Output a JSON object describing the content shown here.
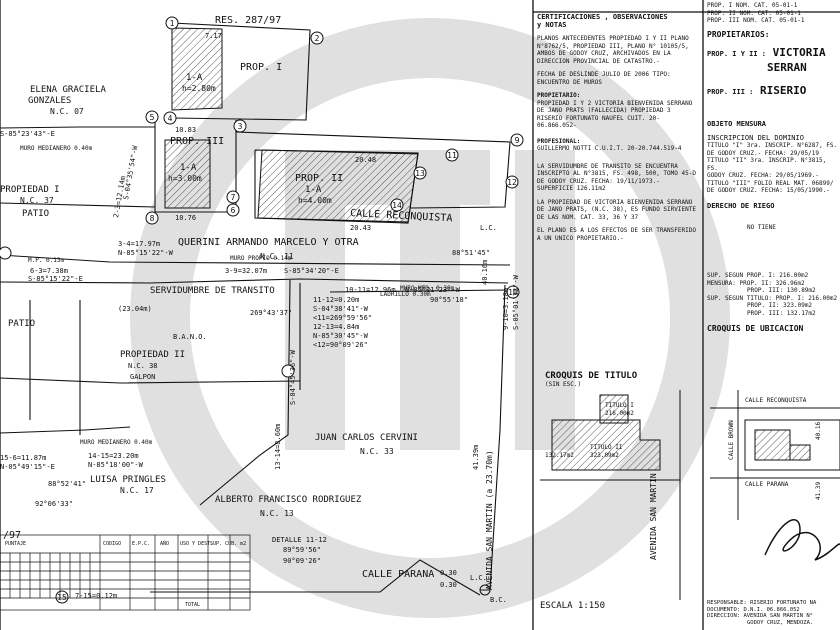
{
  "plan": {
    "res": "RES. 287/97",
    "prop1": "PROP. I",
    "prop2": "PROP. II",
    "prop3": "PROP. III",
    "parcel_1a_1": "1-A",
    "parcel_1a_1_h": "h=2.80m",
    "parcel_1a_3": "1-A",
    "parcel_1a_3_h": "h=3.00m",
    "parcel_1a_2": "1-A",
    "parcel_1a_2_h": "h=4.00m",
    "neighbor_elena": "ELENA GRACIELA",
    "neighbor_elena2": "GONZALES",
    "nc07": "N.C. 07",
    "propiedad_i": "PROPIEDAD I",
    "nc37": "N.C. 37",
    "patio": "PATIO",
    "patio2": "PATIO",
    "querini": "QUERINI ARMANDO MARCELO Y OTRA",
    "nc11": "N.C. 11",
    "servidumbre": "SERVIDUMBRE DE TRANSITO",
    "propiedad_ii": "PROPIEDAD II",
    "nc38": "N.C. 38",
    "galpon": "GALPON",
    "bano": "B.A.N.O.",
    "juan": "JUAN CARLOS CERVINI",
    "nc33": "N.C. 33",
    "luisa": "LUISA PRINGLES",
    "nc17": "N.C. 17",
    "alberto": "ALBERTO FRANCISCO RODRIGUEZ",
    "nc13": "N.C. 13",
    "calle_reconquista": "CALLE RECONQUISTA",
    "calle_parana": "CALLE PARANA",
    "avenida_san_martin": "AVENIDA SAN MARTIN (a 23.70m)",
    "lc": "L.C.",
    "bc": "B.C.",
    "detalle": "DETALLE 11-12",
    "escala": "ESCALA 1:150",
    "meas": {
      "m1": "S-85°23'43\"-E",
      "m2": "S-04°35'54\"-W",
      "m3": "2-3=12.14m",
      "m4": "3-4=17.97m",
      "m5": "N-85°15'22\"-W",
      "m6": "3-9=32.07m",
      "m7": "S-85°34'20\"-E",
      "m8": "10-11=12.96m",
      "m9": "N-85°21'23\"-W",
      "m10": "11-12=0.20m",
      "m11": "S-04°38'41\"-W",
      "m12": "<11=269°59'56\"",
      "m13": "12-13=4.84m",
      "m14": "N-85°30'45\"-W",
      "m15": "<12=90°09'26\"",
      "m16": "6-3=7.38m",
      "m17": "S-85°15'22\"-E",
      "m18": "15-6=11.87m",
      "m19": "N-05°49'15\"-E",
      "m20": "14-15=23.20m",
      "m21": "N-85°18'00\"-W",
      "m22": "13-14=8.60m",
      "m23": "S-04°45'36\"-W",
      "m24": "40.16m",
      "m25": "41.39m",
      "m26": "7-15=0.12m",
      "m27": "9-10=3.18m",
      "m28": "S-05°01'33\"-W",
      "m29": "(23.04m)",
      "m30": "269°43'37\"",
      "m31": "88°51'45\"",
      "m32": "90°55'18\"",
      "m33": "20.48",
      "m34": "20.43",
      "m35": "10.83",
      "m36": "10.76",
      "m37": "7.17",
      "m38": "MURO MEDIANERO 0.40m",
      "m39": "MURO PROPIO 0.14m",
      "m40": "MURO MED. 0.30m",
      "m41": "LADRILLO 0.30m",
      "m42": "MURO MEDIANERO 0.40m",
      "m43": "M.P. 0.13m",
      "m44": "92°06'33\"",
      "m45": "88°52'41\"",
      "m46": "89°59'56\"",
      "m47": "90°09'26\"",
      "m48": "0.30",
      "m49": "0.30",
      "m50": "/97"
    },
    "nodes": [
      "1",
      "2",
      "3",
      "4",
      "5",
      "6",
      "7",
      "8",
      "9",
      "10",
      "11",
      "12",
      "13",
      "14",
      "15"
    ]
  },
  "table": {
    "headers": [
      "PUNTAJE",
      "CODIGO",
      "E.P.C.",
      "AÑO",
      "USO Y DEST.",
      "SUP. CUB. m2"
    ],
    "total_label": "TOTAL"
  },
  "panel": {
    "cert_title": "CERTIFICACIONES , OBSERVACIONES",
    "cert_title2": "y NOTAS",
    "planos": "PLANOS ANTECEDENTES PROPIEDAD I Y II PLANO N°8762/5, PROPIEDAD III, PLANO N° 10105/5, AMBOS DE GODOY CRUZ, ARCHIVADOS EN LA DIRECCION PROVINCIAL DE CATASTRO.-",
    "fecha": "FECHA DE DESLINDE JULIO DE 2006 TIPO: ENCUENTRO DE MUROS",
    "propietario_title": "PROPIETARIO:",
    "propietario": "PROPIEDAD I Y 2 VICTORIA BIENVENIDA SERRANO DE JANO PRATS (FALLECIDA) PROPIEDAD 3 RISERIO FORTUNATO NAUFEL CUIT. 20-06.866.052-",
    "profesional_title": "PROFESIONAL:",
    "profesional": "GUILLERMO NOTTI C.U.I.T. 20-20.744.519-4",
    "servidumbre_nota": "LA SERVIDUMBRE DE TRANSITO SE ENCUENTRA INSCRIPTO AL N°3815, FS. 498, 500, TOMO 45-D DE GODOY CRUZ. FECHA: 19/11/1973.- SUPERFICIE 126.11m2",
    "propiedad_nota": "LA PROPIEDAD DE VICTORIA BIENVENIDA SERRANO DE JANO PRATS, (N.C. 38), ES FUNDO SIRVIENTE DE LAS NOM. CAT. 33, 36 Y 37",
    "plano_nota": "EL PLANO ES A LOS EFECTOS DE SER TRANSFERIDO A UN UNICO PROPIETARIO.-",
    "croquis_titulo": "CROQUIS DE TITULO",
    "sin_esc": "(SIN ESC.)",
    "titulo1": "TITULO I",
    "titulo1_sup": "216.00m2",
    "titulo2": "TITULO II",
    "titulo2_sup": "323.09m2",
    "titulo3_sup": "132.17m2",
    "av_san_martin": "AVENIDA SAN MARTIN"
  },
  "right": {
    "prop_nom": "PROP. I NOM. CAT. 05-01-1",
    "prop_nom2": "PROP. II NOM. CAT. 05-01-1",
    "prop_nom3": "PROP. III NOM. CAT. 05-01-1",
    "propietarios": "PROPIETARIOS:",
    "prop12": "PROP. I Y II :",
    "victoria": "VICTORIA",
    "serrano": "SERRAN",
    "prop3": "PROP. III :",
    "riserio": "RISERIO",
    "objeto": "OBJETO",
    "mensura": "MENSURA",
    "inscripcion": "INSCRIPCION DEL DOMINIO",
    "insc1": "TITULO \"I\" 3ra. INSCRIP. N°6287, FS.",
    "insc2": "DE GODOY CRUZ.- FECHA: 29/05/19",
    "insc3": "TITULO \"II\" 3ra. INSCRIP. N°3815, FS.",
    "insc4": "GODOY CRUZ. FECHA: 29/05/1969.-",
    "insc5": "TITULO \"III\" FOLIO REAL MAT. 06899/",
    "insc6": "DE GODOY CRUZ. FECHA: 15/05/1990.-",
    "derecho": "DERECHO DE RIEGO",
    "no_tiene": "NO TIENE",
    "sup_segun": "SUP. SEGUN",
    "mensura_lbl": "MENSURA:",
    "sup_titulo": "SUP. SEGUN TITULO:",
    "p1": "PROP. I:",
    "p1v": "216.00m2",
    "p2": "PROP. II:",
    "p2v": "326.96m2",
    "p3": "PROP. III:",
    "p3v": "130.89m2",
    "pt1": "PROP. I:",
    "pt1v": "216.00m2",
    "pt2": "PROP. II:",
    "pt2v": "323.09m2",
    "pt3": "PROP. III:",
    "pt3v": "132.17m2",
    "croquis_ubic": "CROQUIS DE UBICACION",
    "calle_reconquista": "CALLE RECONQUISTA",
    "calle_brown": "CALLE BROWN",
    "calle_parana": "CALLE PARANA",
    "av_san_martin": "AVENIDA SAN MARTIN",
    "d1": "40.16",
    "d2": "41.39",
    "responsable": "RESPONSABLE:",
    "responsable_v": "RISERIO FORTUNATO NA",
    "documento": "DOCUMENTO:",
    "documento_v": "D.N.I. 06.866.052",
    "direccion": "DIRECCION:",
    "direccion_v": "AVENIDA SAN MARTIN N°",
    "direccion_v2": "GODOY CRUZ, MENDOZA."
  }
}
